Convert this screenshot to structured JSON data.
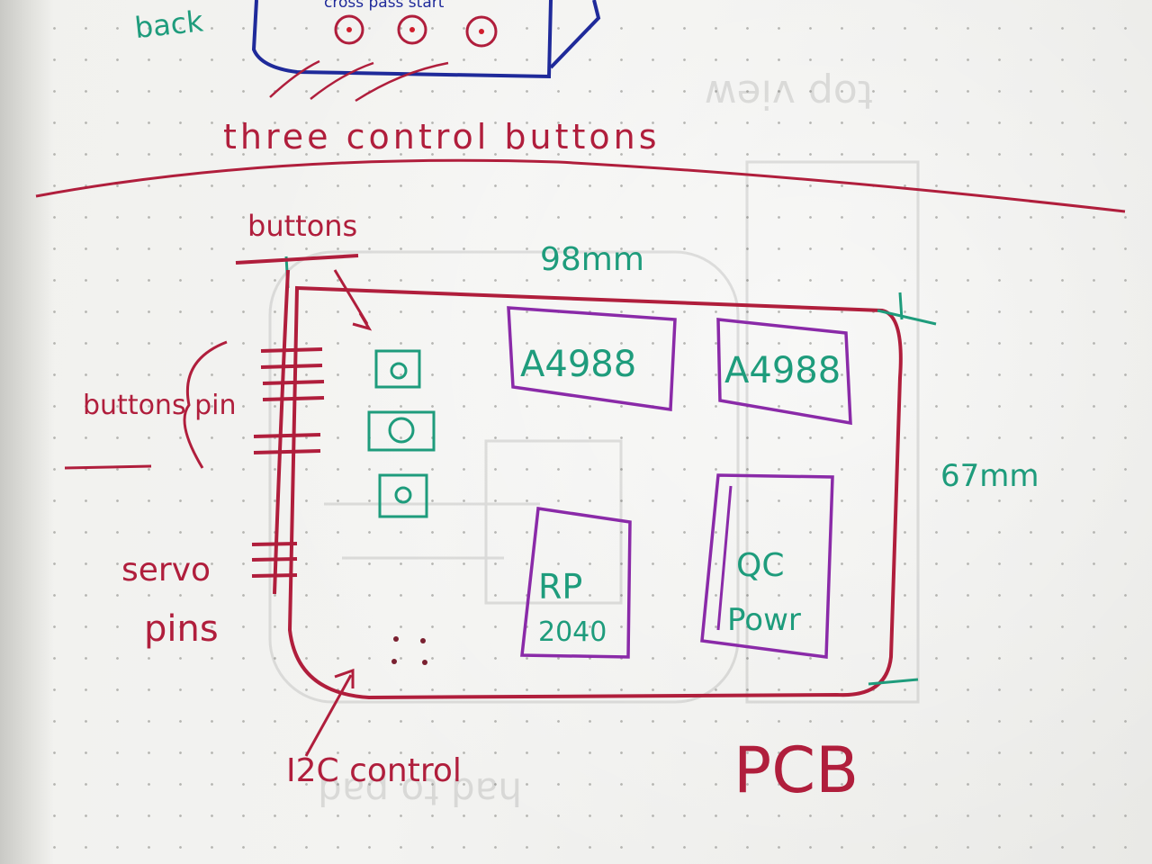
{
  "colors": {
    "ink_red": "#b01e3c",
    "ink_teal": "#1e9c7c",
    "ink_purple": "#8a2aa8",
    "ink_blue": "#1f2a9a",
    "paper": "#f1f1ee"
  },
  "top_sketch": {
    "label_back": "back",
    "buttons_label": "three control buttons",
    "button_captions": "cross pass start"
  },
  "pcb": {
    "title": "PCB",
    "width_dim": "98mm",
    "height_dim": "67mm",
    "buttons_label": "buttons",
    "buttons_pin_label": "buttons pin",
    "servo_label_1": "servo",
    "servo_label_2": "pins",
    "i2c_label": "I2C control",
    "driver_1": "A4988",
    "driver_2": "A4988",
    "mcu_line_1": "RP",
    "mcu_line_2": "2040",
    "power_line_1": "QC",
    "power_line_2": "Powr"
  },
  "ghost_text": {
    "top_right": "top view",
    "bottom": "had to pad"
  }
}
